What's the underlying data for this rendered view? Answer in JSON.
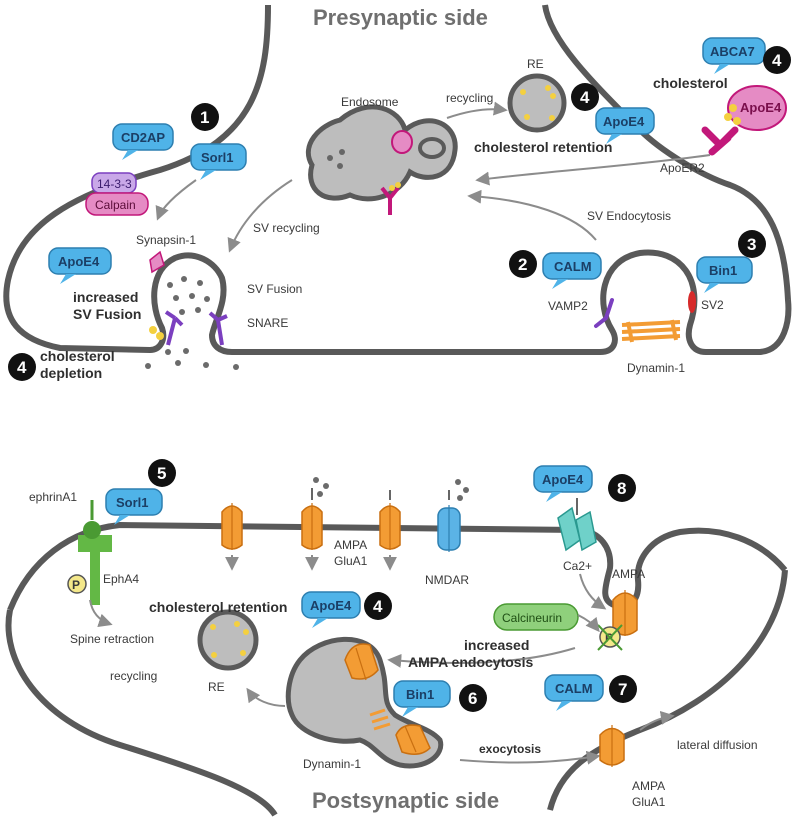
{
  "titles": {
    "presynaptic": "Presynaptic side",
    "postsynaptic": "Postsynaptic side"
  },
  "proteins": {
    "cd2ap": "CD2AP",
    "sorl1_pre": "Sorl1",
    "apoe4_pre": "ApoE4",
    "apoe4_re": "ApoE4",
    "abca7": "ABCA7",
    "apoe4_receptor": "ApoE4",
    "calm_pre": "CALM",
    "bin1_pre": "Bin1",
    "sorl1_post": "Sorl1",
    "apoe4_post": "ApoE4",
    "apoe4_chol": "ApoE4",
    "bin1_post": "Bin1",
    "calm_post": "CALM",
    "calcineurin": "Calcineurin",
    "p1433": "14-3-3",
    "calpain": "Calpain",
    "p_glyph": "P"
  },
  "numbers": {
    "n1": "1",
    "n2": "2",
    "n3": "3",
    "n4a": "4",
    "n4b": "4",
    "n4c": "4",
    "n4d": "4",
    "n5": "5",
    "n6": "6",
    "n7": "7",
    "n8": "8"
  },
  "labels": {
    "endosome": "Endosome",
    "recycling_top": "recycling",
    "re_top": "RE",
    "cholesterol_top": "cholesterol",
    "cholesterol_retention_top": "cholesterol retention",
    "apoer2": "ApoER2",
    "sv_endocytosis": "SV Endocytosis",
    "sv_recycling": "SV recycling",
    "synapsin": "Synapsin-1",
    "increased": "increased",
    "sv_fusion_bold": "SV Fusion",
    "sv_fusion": "SV Fusion",
    "snare": "SNARE",
    "cholesterol_dep": "cholesterol",
    "depletion": "depletion",
    "vamp2": "VAMP2",
    "sv2": "SV2",
    "dynamin_top": "Dynamin-1",
    "ephrin": "ephrinA1",
    "epha4": "EphA4",
    "spine_retraction": "Spine retraction",
    "recycling_bottom": "recycling",
    "cholesterol_retention_bottom": "cholesterol retention",
    "re_bottom": "RE",
    "ampa_a": "AMPA",
    "glua1_a": "GluA1",
    "nmdar": "NMDAR",
    "ca": "Ca2+",
    "ampa_b": "AMPA",
    "increased_ampa_1": "increased",
    "increased_ampa_2": "AMPA endocytosis",
    "exocytosis": "exocytosis",
    "lateral": "lateral diffusion",
    "ampa_c": "AMPA",
    "glua1_c": "GluA1",
    "dynamin_bottom": "Dynamin-1"
  },
  "colors": {
    "membrane": "#5a5a5a",
    "cytoplasm": "#bdbdbd",
    "bubble": "#4fb3e8",
    "ampa": "#f39c34",
    "nmdar": "#5bb3e6",
    "channel": "#6fd1c9",
    "magenta": "#c2187a",
    "purple": "#7b3fbf"
  }
}
